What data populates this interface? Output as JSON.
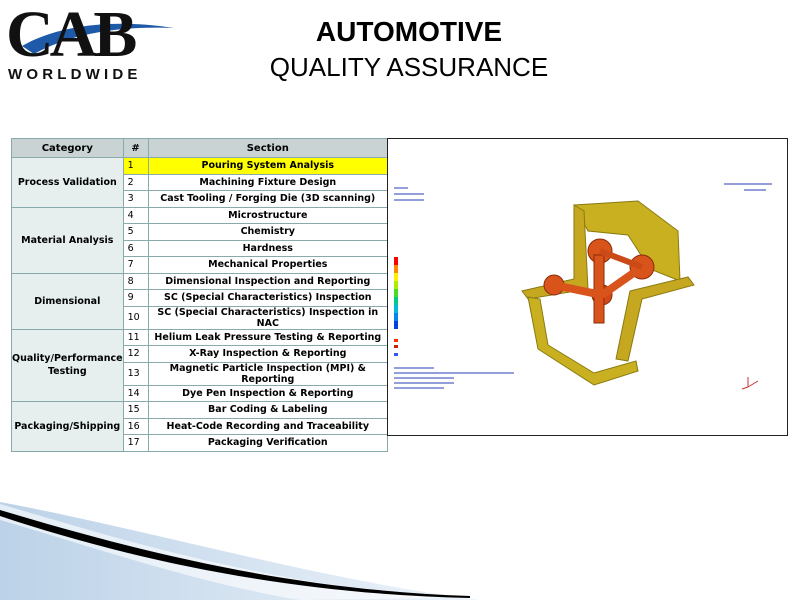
{
  "logo": {
    "main": "CAB",
    "sub": "WORLDWIDE"
  },
  "header": {
    "title": "AUTOMOTIVE",
    "subtitle": "QUALITY ASSURANCE"
  },
  "table": {
    "headers": {
      "category": "Category",
      "num": "#",
      "section": "Section"
    },
    "groups": [
      {
        "category": "Process Validation",
        "rows": [
          {
            "num": "1",
            "section": "Pouring System Analysis",
            "highlight": true
          },
          {
            "num": "2",
            "section": "Machining Fixture Design"
          },
          {
            "num": "3",
            "section": "Cast Tooling / Forging Die (3D scanning)"
          }
        ]
      },
      {
        "category": "Material Analysis",
        "rows": [
          {
            "num": "4",
            "section": "Microstructure"
          },
          {
            "num": "5",
            "section": "Chemistry"
          },
          {
            "num": "6",
            "section": "Hardness"
          },
          {
            "num": "7",
            "section": "Mechanical Properties"
          }
        ]
      },
      {
        "category": "Dimensional",
        "rows": [
          {
            "num": "8",
            "section": "Dimensional Inspection and Reporting"
          },
          {
            "num": "9",
            "section": "SC (Special Characteristics) Inspection"
          },
          {
            "num": "10",
            "section": "SC (Special Characteristics) Inspection in NAC"
          }
        ]
      },
      {
        "category": "Quality/Performance Testing",
        "rows": [
          {
            "num": "11",
            "section": "Helium Leak Pressure Testing & Reporting"
          },
          {
            "num": "12",
            "section": "X-Ray Inspection & Reporting"
          },
          {
            "num": "13",
            "section": "Magnetic Particle Inspection (MPI) & Reporting"
          },
          {
            "num": "14",
            "section": "Dye Pen Inspection & Reporting"
          }
        ]
      },
      {
        "category": "Packaging/Shipping",
        "rows": [
          {
            "num": "15",
            "section": "Bar Coding & Labeling"
          },
          {
            "num": "16",
            "section": "Heat-Code Recording and Traceability"
          },
          {
            "num": "17",
            "section": "Packaging Verification"
          }
        ]
      }
    ]
  },
  "colors": {
    "highlight": "#ffff00",
    "category_bg": "#e6eeee",
    "header_bg": "#c9d3d3",
    "casting_orange": "#d9541a",
    "casting_yellow": "#c8b020"
  }
}
